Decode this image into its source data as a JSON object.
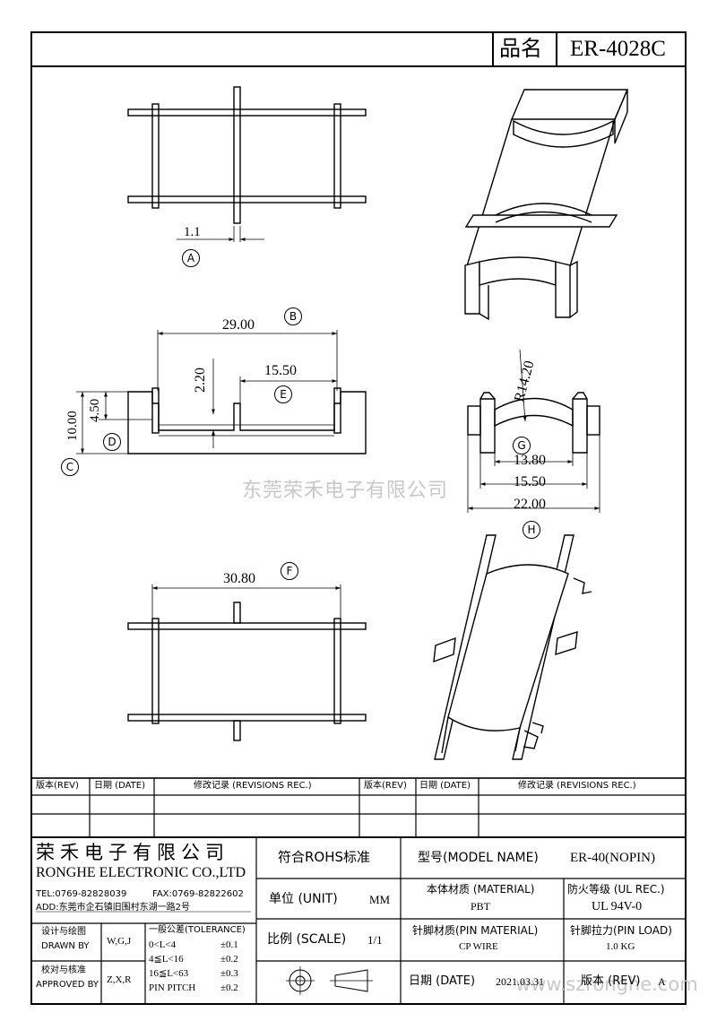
{
  "header": {
    "part_label": "品名",
    "part_number": "ER-4028C"
  },
  "views": {
    "a": {
      "dim": "1.1",
      "label": "A"
    },
    "b": {
      "dim_overall": "29.00",
      "label": "B",
      "dim_slot_depth": "2.20",
      "dim_inner": "15.50",
      "label_e": "E",
      "dim_flange": "4.50",
      "dim_height": "10.00",
      "label_d": "D",
      "label_c": "C"
    },
    "g": {
      "radius": "R14.20",
      "dim_inner": "13.80",
      "dim_mid": "15.50",
      "dim_outer": "22.00",
      "label_g": "G",
      "label_h": "H"
    },
    "f": {
      "dim": "30.80",
      "label": "F"
    }
  },
  "watermark": {
    "company": "东莞荣禾电子有限公司",
    "url": "www.szronghe.com"
  },
  "revisions": {
    "headers": [
      "版本(REV)",
      "日期 (DATE)",
      "修改记录 (REVISIONS REC.)",
      "版本(REV)",
      "日期 (DATE)",
      "修改记录 (REVISIONS REC.)"
    ]
  },
  "title_block": {
    "company_cn": "荣禾电子有限公司",
    "company_en": "RONGHE ELECTRONIC CO.,LTD",
    "tel": "TEL:0769-82828039",
    "fax": "FAX:0769-82822602",
    "address": "ADD:东莞市企石镇旧围村东湖一路2号",
    "rohs": "符合ROHS标准",
    "model_label": "型号(MODEL NAME)",
    "model_value": "ER-40(NOPIN)",
    "unit_label": "单位 (UNIT)",
    "unit_value": "MM",
    "material_label": "本体材质 (MATERIAL)",
    "material_value": "PBT",
    "fire_label": "防火等级 (UL REC.)",
    "fire_value": "UL 94V-0",
    "designer_label_cn": "设计与绘图",
    "designer_label_en": "DRAWN BY",
    "designer_value": "W,G,J",
    "approver_label_cn": "校对与核准",
    "approver_label_en": "APPROVED BY",
    "approver_value": "Z,X,R",
    "tolerance_title": "一般公差(TOLERANCE)",
    "tolerances": [
      {
        "range": "0<L<4",
        "value": "±0.1"
      },
      {
        "range": "4≦L<16",
        "value": "±0.2"
      },
      {
        "range": "16≦L<63",
        "value": "±0.3"
      },
      {
        "range": "PIN PITCH",
        "value": "±0.2"
      }
    ],
    "scale_label": "比例 (SCALE)",
    "scale_value": "1/1",
    "pin_material_label": "针脚材质(PIN MATERIAL)",
    "pin_material_value": "CP WIRE",
    "pin_load_label": "针脚拉力(PIN LOAD)",
    "pin_load_value": "1.0 KG",
    "date_label": "日期 (DATE)",
    "date_value": "2021.03.31",
    "rev_label": "版本 (REV)",
    "rev_value": "A"
  }
}
